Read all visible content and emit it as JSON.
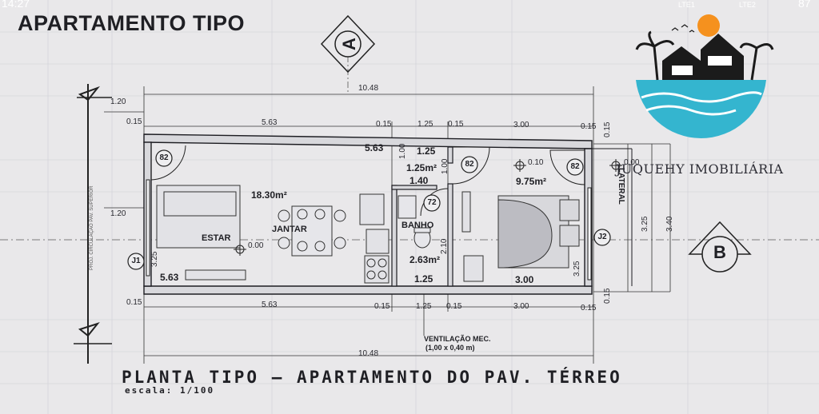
{
  "status_bar": {
    "time": "14:27",
    "signal_1": "LTE1",
    "signal_2": "LTE2",
    "battery": "87"
  },
  "title": "APARTAMENTO TIPO",
  "watermark": "JUQUEHY IMOBILIÁRIA",
  "caption": "PLANTA TIPO – APARTAMENTO DO PAV. TÉRREO",
  "scale": "escala: 1/100",
  "axis_markers": {
    "top": "A",
    "right": "B"
  },
  "rooms": {
    "living": {
      "area": "18.30m²",
      "estar": "ESTAR",
      "jantar": "JANTAR",
      "level": "0.00"
    },
    "bath": {
      "area": "1.25m²",
      "banho": "BANHO",
      "area_2": "2.63m²"
    },
    "bedroom": {
      "area": "9.75m²",
      "level": "0.10"
    }
  },
  "door_tags": [
    "82",
    "82",
    "82",
    "72",
    "J1",
    "J2"
  ],
  "dimensions": {
    "total": "10.48",
    "total_bottom": "10.48",
    "left_top": "1.20",
    "left_mid": "1.20",
    "wall_a": "0.15",
    "wall_b": "0.15",
    "wall_c": "0.15",
    "wall_d": "0.15",
    "wall_e": "0.15",
    "wall_f": "0.15",
    "wall_g": "0.15",
    "wall_h": "0.15",
    "wall_i": "0.15",
    "wall_j": "0.15",
    "living_top": "5.63",
    "living_bottom": "5.63",
    "living_inner_top": "5.63",
    "living_inner_bottom": "5.63",
    "bath_top": "1.25",
    "bath_bottom": "1.25",
    "bath_inner_top": "1.25",
    "bath_inner_bottom": "1.25",
    "bath_width": "1.40",
    "bath_h1": "1.00",
    "bath_h2": "1.00",
    "bath_h3": "2.10",
    "bed_top": "3.00",
    "bed_bottom": "3.00",
    "bed_inner": "3.00",
    "height_left": "3.25",
    "height_right": "3.25",
    "height_outer_1": "3.25",
    "height_outer_2": "3.40",
    "right_wall": "0.15",
    "right_wall_b": "0.15",
    "right_level": "0.00"
  },
  "notes": {
    "ventilacao": "VENTILAÇÃO MEC.",
    "ventilacao_size": "(1,00 x 0,40 m)",
    "side_note": "PROJ. CIRCULAÇÃO PAV. SUPERIOR",
    "lateral": "LATERAL"
  },
  "colors": {
    "paper": "#e9e8ea",
    "ink": "#1f1f24",
    "logo_sun": "#f5911e",
    "logo_sea": "#34b5cf",
    "logo_house": "#1b1b1b"
  }
}
